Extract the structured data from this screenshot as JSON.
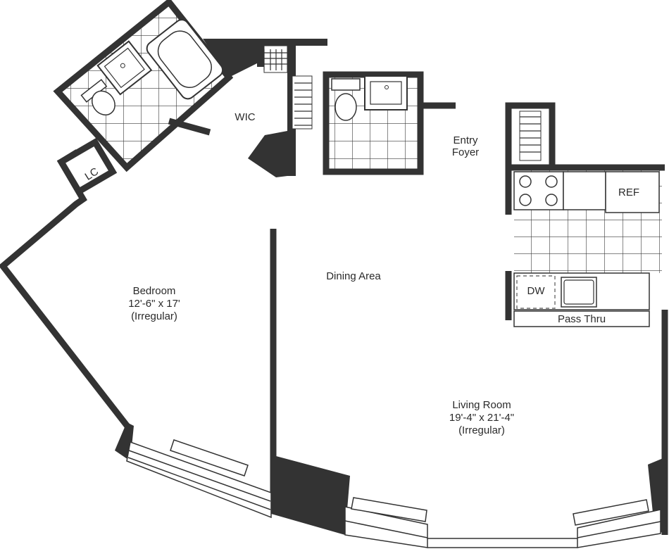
{
  "rooms": {
    "bedroom": {
      "name": "Bedroom",
      "dimensions": "12'-6\" x 17'",
      "note": "(Irregular)"
    },
    "living_room": {
      "name": "Living Room",
      "dimensions": "19'-4\" x 21'-4\"",
      "note": "(Irregular)"
    },
    "dining_area": {
      "name": "Dining Area"
    },
    "entry_foyer": {
      "line1": "Entry",
      "line2": "Foyer"
    },
    "wic": {
      "name": "WIC"
    },
    "lc": {
      "name": "LC"
    }
  },
  "fixtures": {
    "refrigerator": "REF",
    "dishwasher": "DW",
    "pass_thru": "Pass Thru"
  },
  "colors": {
    "wall": "#333333",
    "line": "#3a3a3a",
    "background": "#ffffff"
  }
}
